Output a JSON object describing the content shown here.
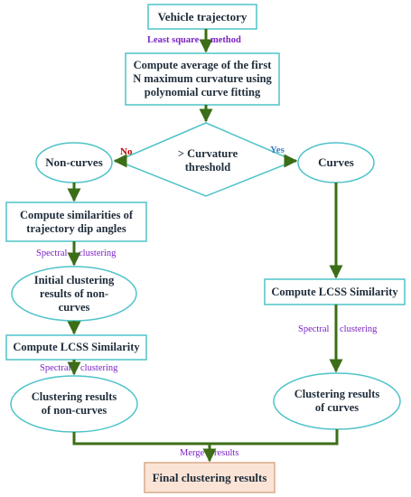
{
  "nodes": {
    "vehicle_trajectory": "Vehicle trajectory",
    "compute_average": "Compute average of the first N maximum curvature using polynomial curve fitting",
    "decision": "> Curvature threshold",
    "non_curves": "Non-curves",
    "curves": "Curves",
    "compute_similarities": "Compute similarities of trajectory dip angles",
    "initial_clustering": "Initial clustering results of non-curves",
    "compute_lcss_left": "Compute LCSS Similarity",
    "clustering_non_curves": "Clustering results of non-curves",
    "compute_lcss_right": "Compute LCSS Similarity",
    "clustering_curves": "Clustering results of curves",
    "final": "Final clustering results"
  },
  "edge_labels": {
    "least_square_a": "Least square",
    "least_square_b": "method",
    "no": "No",
    "yes": "Yes",
    "spectral_1a": "Spectral",
    "spectral_1b": "clustering",
    "spectral_2a": "Spectral",
    "spectral_2b": "clustering",
    "spectral_3a": "Spectral",
    "spectral_3b": "clustering",
    "merge_a": "Merge",
    "merge_b": "results"
  },
  "colors": {
    "node_border": "#4fc3c9",
    "arrow": "#3b6e17",
    "label_purple": "#7b23c4",
    "no_red": "#c00000",
    "yes_blue": "#3f7fc8",
    "final_fill": "#fbe4d6",
    "final_border": "#d9a98a"
  }
}
